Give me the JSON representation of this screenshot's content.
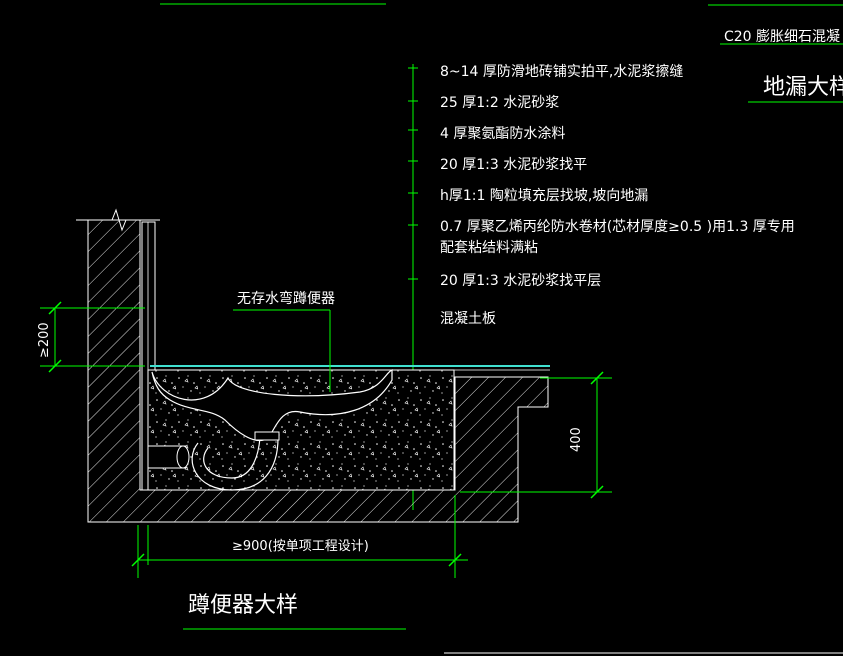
{
  "top_right": {
    "c20_text": "C20  膨胀细石混凝",
    "drain_title": "地漏大样"
  },
  "layers": [
    "8~14  厚防滑地砖铺实拍平,水泥浆擦缝",
    "25 厚1:2  水泥砂浆",
    "4   厚聚氨酯防水涂料",
    "20 厚1:3  水泥砂浆找平",
    "h厚1:1  陶粒填充层找坡,坡向地漏",
    "0.7 厚聚乙烯丙纶防水卷材(芯材厚度≥0.5 )用1.3 厚专用",
    "配套粘结料满粘",
    "20 厚1:3  水泥砂浆找平层",
    "混凝土板"
  ],
  "labels": {
    "toilet": "无存水弯蹲便器",
    "depth_400": "400",
    "height_200": "≥200",
    "width_900": "≥900(按单项工程设计)"
  },
  "title": "蹲便器大样",
  "colors": {
    "background": "#000000",
    "leader": "#00ff00",
    "text": "#ffffff",
    "hatch": "#ffffff",
    "tile": "#40e0d0"
  }
}
